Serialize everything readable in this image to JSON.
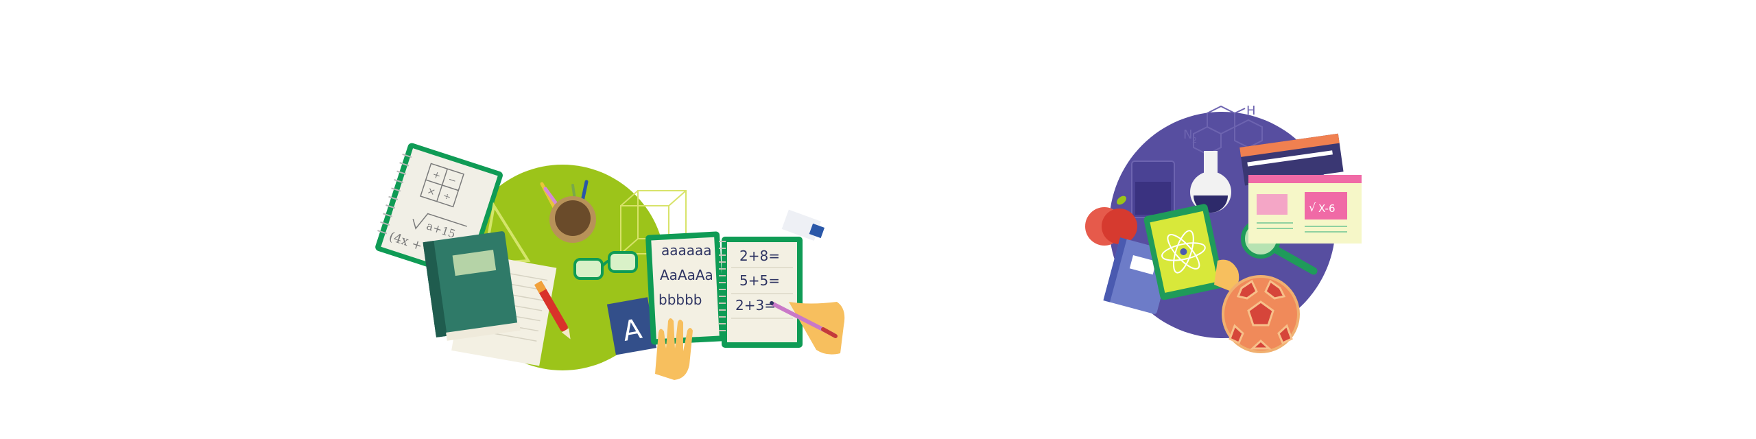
{
  "illustrations": {
    "school": {
      "notebook_left_lines": [
        "aaaaaa",
        "AaAaAa",
        "bbbbb"
      ],
      "notebook_right_lines": [
        "2+8=",
        "5+5=",
        "2+3="
      ],
      "alphabet_card": "A",
      "math_page": {
        "ops": [
          "+",
          "−",
          "×",
          "÷"
        ],
        "equation_1": "a+15",
        "equation_2": "(4x +"
      }
    },
    "science": {
      "formula_n": "N",
      "formula_sub": "2",
      "formula_h": "H",
      "screen_formula": "X-6",
      "colors": {
        "circle": "#574ea0",
        "accent": "#f06aa6"
      }
    }
  },
  "colors": {
    "school_circle": "#9cc41a",
    "notebook_green": "#0f9b55"
  }
}
